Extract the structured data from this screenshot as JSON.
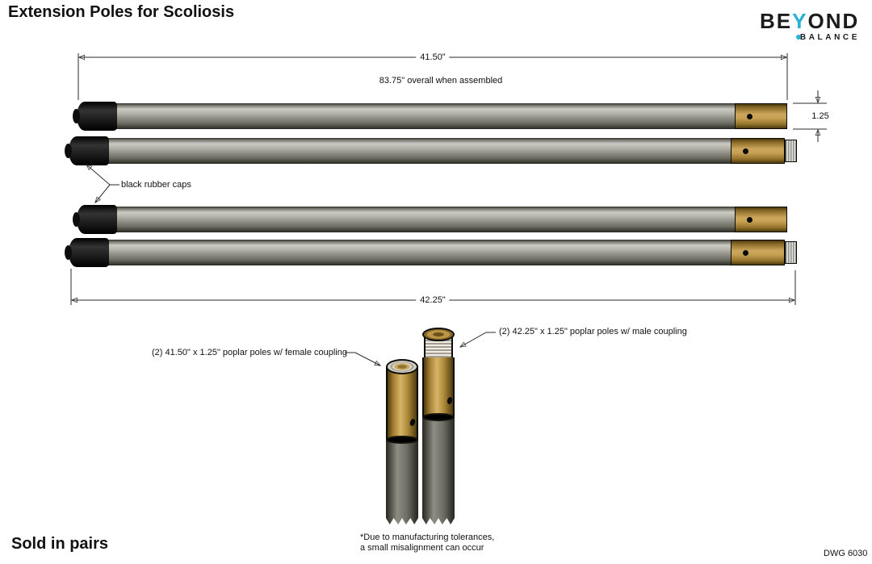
{
  "page": {
    "title": "Extension Poles for Scoliosis",
    "sold_note": "Sold in pairs",
    "dwg_number": "DWG 6030"
  },
  "logo": {
    "prefix": "BE",
    "accent_letter": "Y",
    "suffix": "OND",
    "subtext": "BALANCE",
    "accent_color": "#29b1d6"
  },
  "dimensions": {
    "pole_length_female": "41.50\"",
    "overall_note": "83.75\" overall when assembled",
    "diameter": "1.25",
    "pole_length_male": "42.25\""
  },
  "annotations": {
    "caps_label": "black rubber caps",
    "female_coupling_label": "(2) 41.50\" x 1.25\" poplar poles w/ female coupling",
    "male_coupling_label": "(2) 42.25\" x 1.25\" poplar poles w/ male coupling",
    "footnote_line1": "*Due to manufacturing tolerances,",
    "footnote_line2": "a small misalignment can occur"
  },
  "colors": {
    "brass": "#bb9747",
    "pole_gray": "#8b8b81",
    "cap_black": "#141414",
    "line": "#2a2a2a",
    "accent": "#29b1d6"
  }
}
